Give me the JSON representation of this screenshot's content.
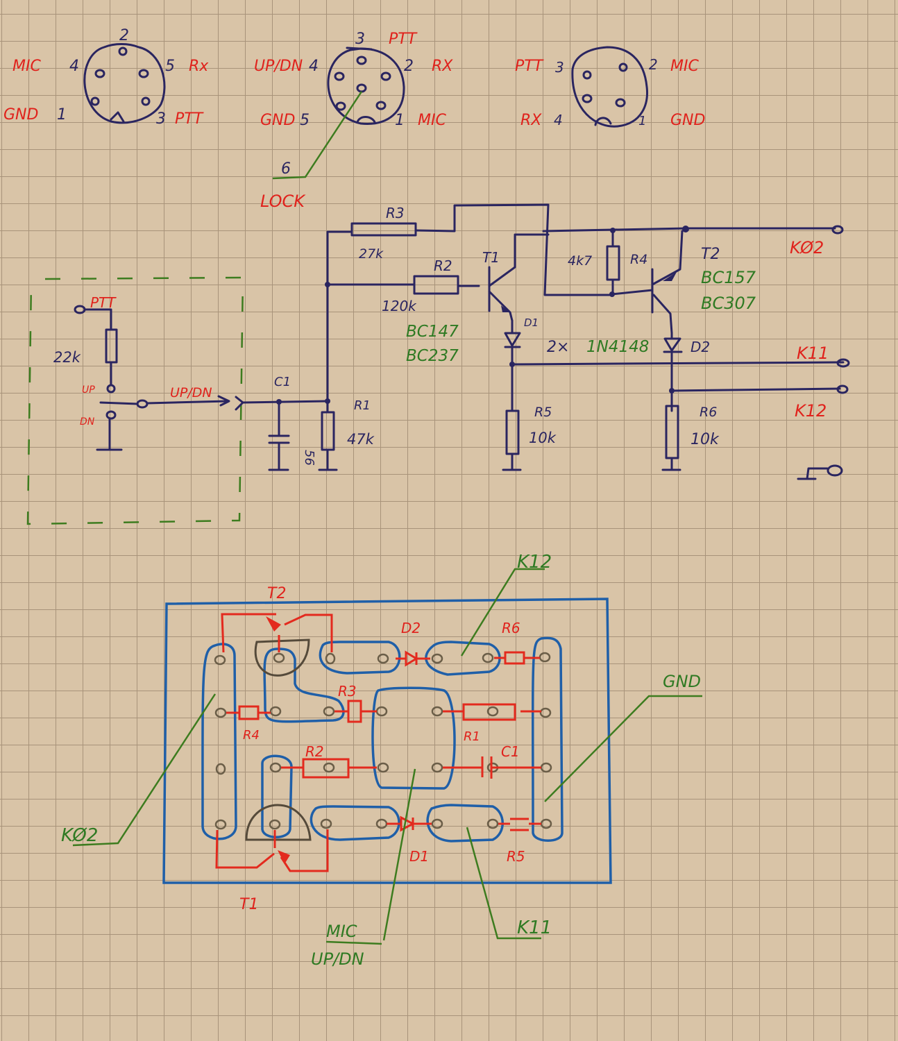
{
  "connectors": {
    "c1": {
      "pins": [
        {
          "num": "2",
          "label": ""
        },
        {
          "num": "4",
          "label": "MIC"
        },
        {
          "num": "5",
          "label": "Rx"
        },
        {
          "num": "1",
          "label": "GND"
        },
        {
          "num": "3",
          "label": "PTT"
        }
      ]
    },
    "c2": {
      "pins": [
        {
          "num": "3",
          "label": "PTT"
        },
        {
          "num": "4",
          "label": "UP/DN"
        },
        {
          "num": "2",
          "label": "RX"
        },
        {
          "num": "5",
          "label": "GND"
        },
        {
          "num": "1",
          "label": "MIC"
        },
        {
          "num": "6",
          "label": "LOCK"
        }
      ]
    },
    "c3": {
      "pins": [
        {
          "num": "3",
          "label": "PTT"
        },
        {
          "num": "2",
          "label": "MIC"
        },
        {
          "num": "4",
          "label": "RX"
        },
        {
          "num": "1",
          "label": "GND"
        }
      ]
    }
  },
  "schematic": {
    "mic_box": {
      "ptt": "PTT",
      "r_value": "22k",
      "up": "UP",
      "dn": "DN",
      "signal": "UP/DN"
    },
    "c1": {
      "name": "C1",
      "value": "56"
    },
    "r1": {
      "name": "R1",
      "value": "47k"
    },
    "r2": {
      "name": "R2",
      "value": "120k"
    },
    "r3": {
      "name": "R3",
      "value": "27k"
    },
    "r4": {
      "name": "R4",
      "value": "4k7"
    },
    "r5": {
      "name": "R5",
      "value": "10k"
    },
    "r6": {
      "name": "R6",
      "value": "10k"
    },
    "t1": {
      "name": "T1",
      "types": [
        "BC147",
        "BC237"
      ]
    },
    "t2": {
      "name": "T2",
      "types": [
        "BC157",
        "BC307"
      ]
    },
    "d1": {
      "name": "D1"
    },
    "d2": {
      "name": "D2"
    },
    "diodes_note": {
      "count": "2×",
      "type": "1N4148"
    },
    "outputs": {
      "k02": "KØ2",
      "k11": "K11",
      "k12": "K12"
    }
  },
  "pcb": {
    "parts": {
      "t1": "T1",
      "t2": "T2",
      "d1": "D1",
      "d2": "D2",
      "r1": "R1",
      "r2": "R2",
      "r3": "R3",
      "r4": "R4",
      "r5": "R5",
      "r6": "R6",
      "c1": "C1"
    },
    "callouts": {
      "k12": "K12",
      "gnd": "GND",
      "k02": "KØ2",
      "mic": "MIC",
      "updn": "UP/DN",
      "k11": "K11"
    }
  }
}
